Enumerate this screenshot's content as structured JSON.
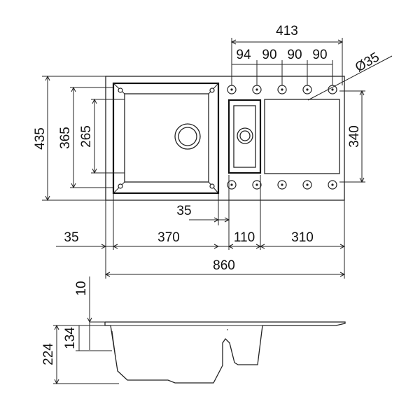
{
  "top_view": {
    "overall_width": "860",
    "overall_depth": "435",
    "main_bowl": {
      "width": "370",
      "outer_depth": "365",
      "inner_depth": "265",
      "offset_left": "35",
      "offset_right": "35"
    },
    "small_bowl": {
      "width": "110"
    },
    "drainer": {
      "width": "310",
      "depth": "340"
    },
    "tap_holes": {
      "span": "413",
      "spacings": [
        "94",
        "90",
        "90",
        "90"
      ],
      "diameter": "Ø35"
    }
  },
  "side_view": {
    "rim_thickness": "10",
    "small_bowl_depth": "134",
    "main_bowl_depth": "224"
  }
}
